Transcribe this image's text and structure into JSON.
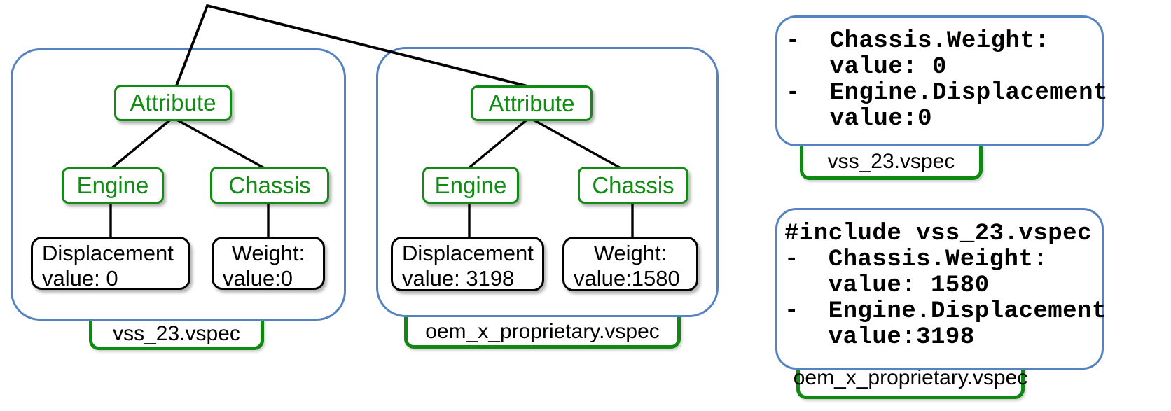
{
  "colors": {
    "container_border_blue": "#5583c1",
    "node_green": "#108c14",
    "label_border_green": "#0e8a12",
    "leaf_border_black": "#000000",
    "connector_black": "#000000",
    "background": "#ffffff"
  },
  "trees": [
    {
      "file_label": "vss_23.vspec",
      "root": "Attribute",
      "children": [
        "Engine",
        "Chassis"
      ],
      "leaves": [
        {
          "line1": "Displacement",
          "line2": "value: 0"
        },
        {
          "line1": "Weight:",
          "line2": "value:0"
        }
      ]
    },
    {
      "file_label": "oem_x_proprietary.vspec",
      "root": "Attribute",
      "children": [
        "Engine",
        "Chassis"
      ],
      "leaves": [
        {
          "line1": "Displacement",
          "line2": "value: 3198"
        },
        {
          "line1": "Weight:",
          "line2": "value:1580"
        }
      ]
    }
  ],
  "code_boxes": [
    {
      "file_label": "vss_23.vspec",
      "lines": [
        "-  Chassis.Weight:",
        "   value: 0",
        "-  Engine.Displacement",
        "   value:0"
      ]
    },
    {
      "file_label": "oem_x_proprietary.vspec",
      "lines": [
        "#include vss_23.vspec",
        "-  Chassis.Weight:",
        "   value: 1580",
        "-  Engine.Displacement",
        "   value:3198"
      ]
    }
  ]
}
